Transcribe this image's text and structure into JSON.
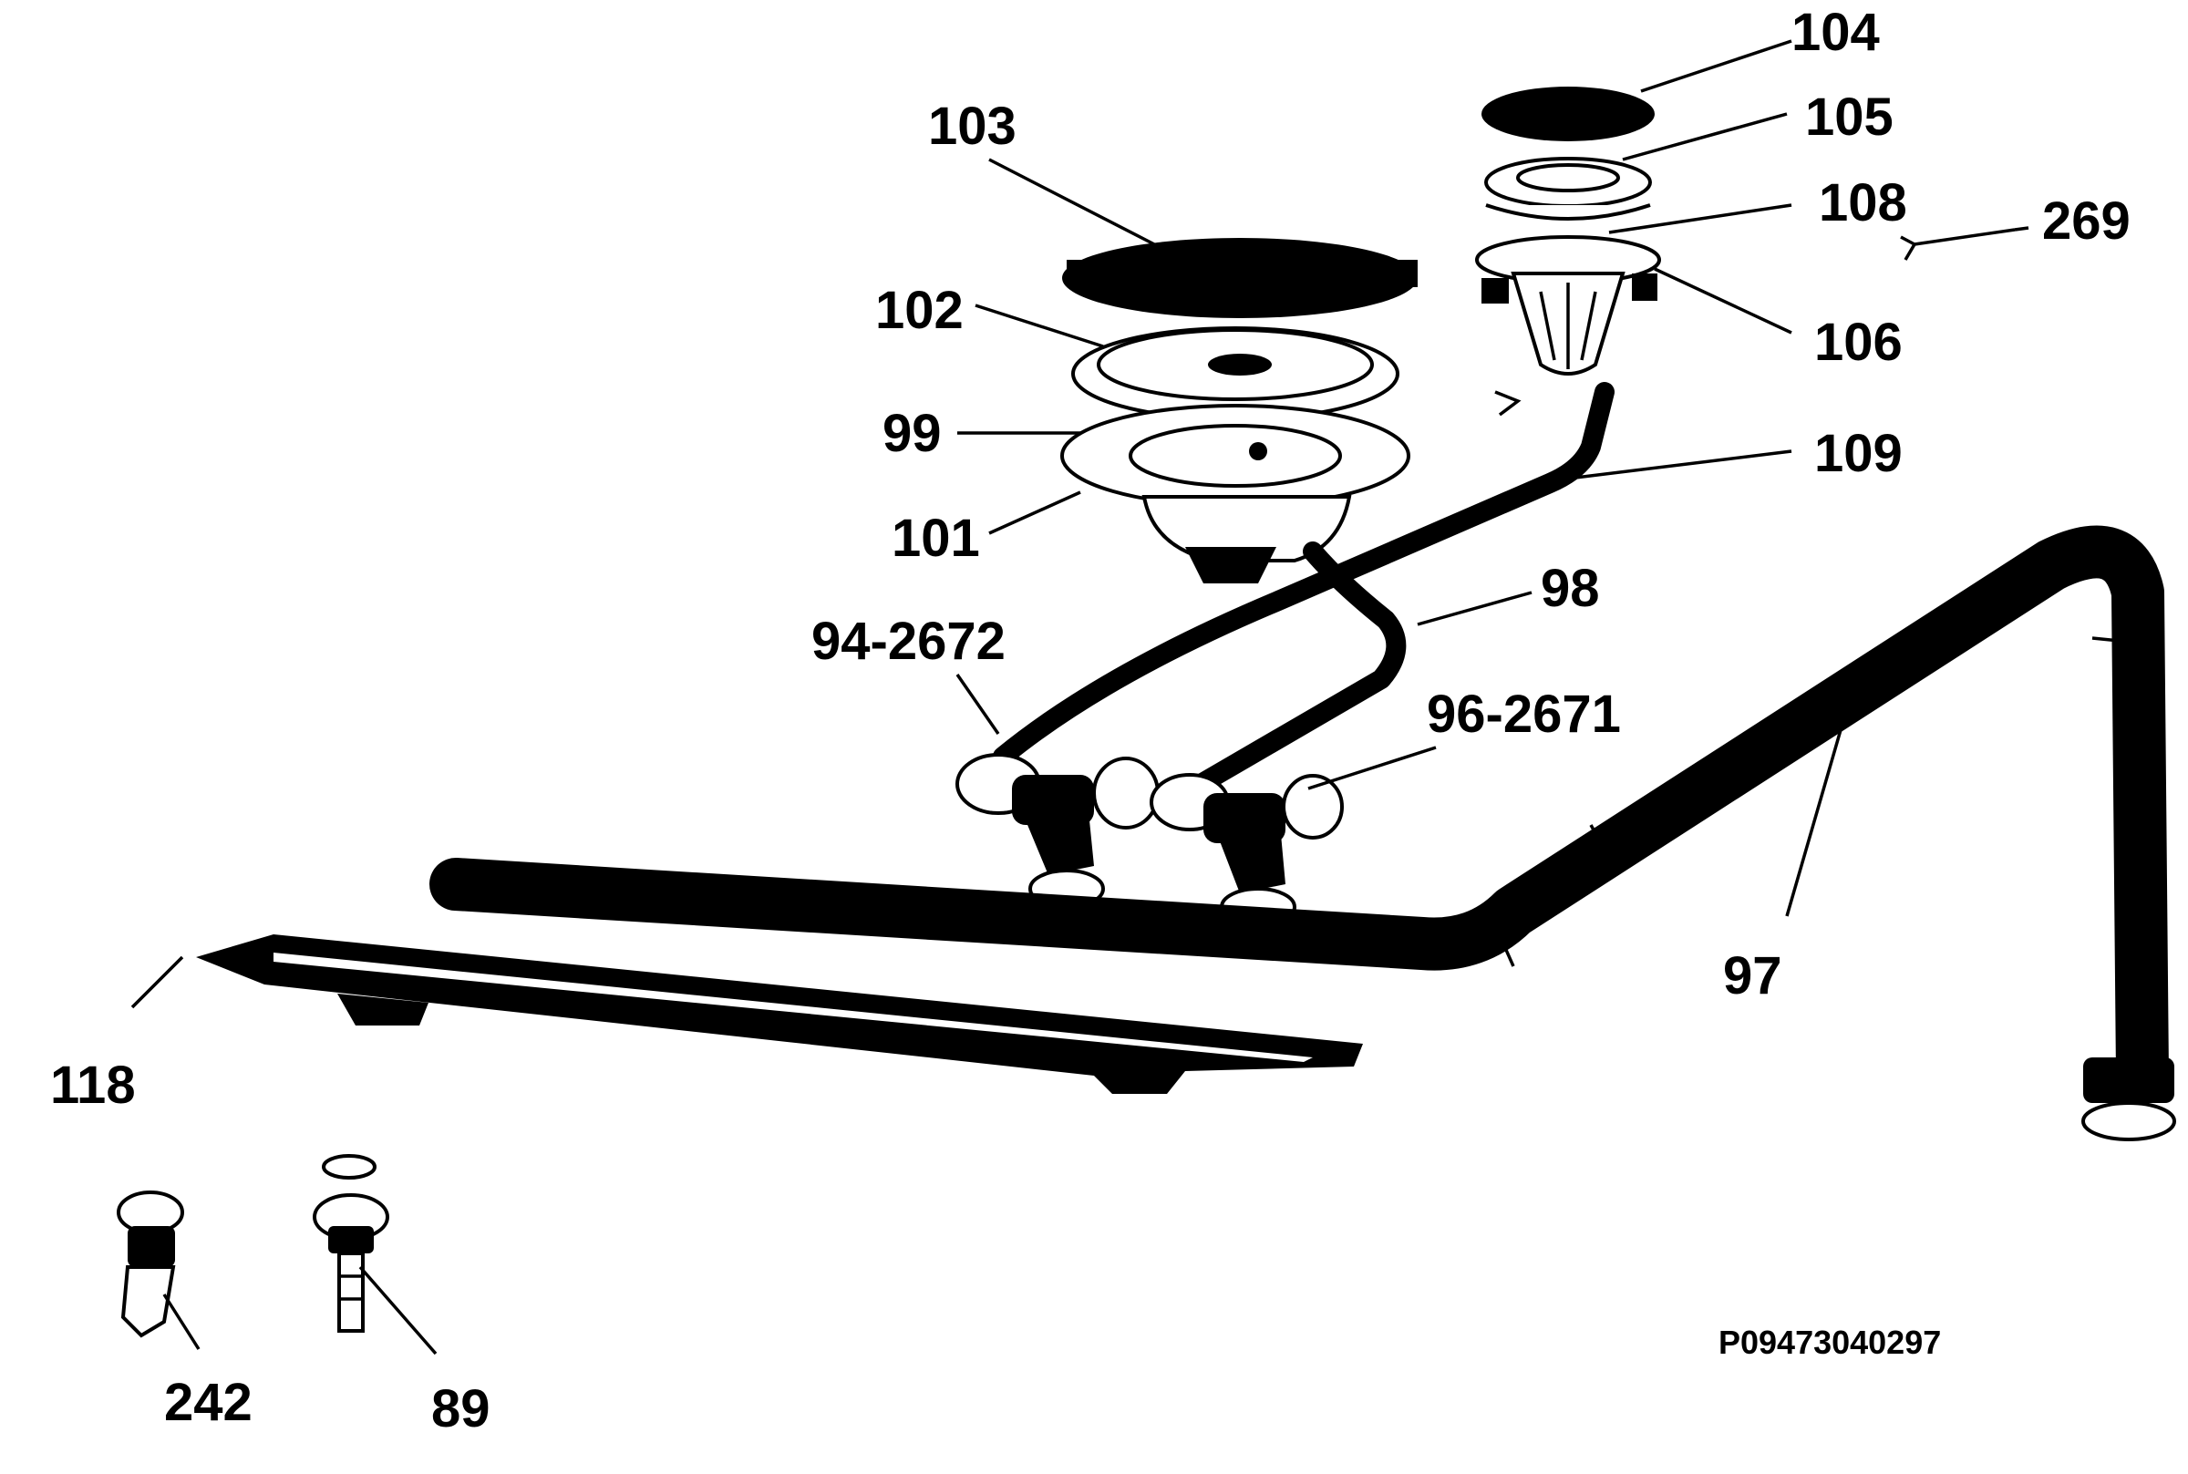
{
  "labels": {
    "l104": "104",
    "l105": "105",
    "l103": "103",
    "l108": "108",
    "l269": "269",
    "l102": "102",
    "l106": "106",
    "l99": "99",
    "l109": "109",
    "l101": "101",
    "l98": "98",
    "l94": "94-2672",
    "l96": "96-2671",
    "l97": "97",
    "l118": "118",
    "l242": "242",
    "l89": "89"
  },
  "reference": "P09473040297"
}
